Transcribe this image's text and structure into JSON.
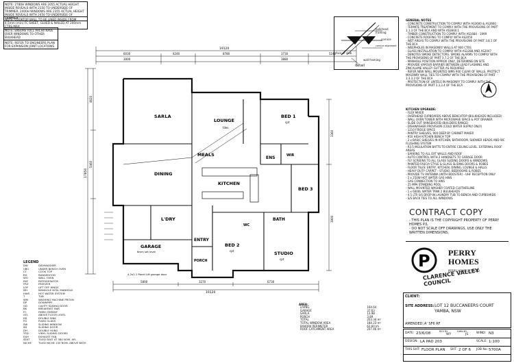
{
  "top_notes": [
    "NOTE: 2780H WINDOWS ARE 2055 ACTUAL HEIGHT INSIDE REVEALS WITH 2150 TO UNDERSIDE OF TRIMMER. 2400H WINDOWS ARE 2355 ACTUAL HEIGHT INSIDE REVEALS WITH 2450 TO UNDERSIDE OF TRIMMER",
    "NOTE: COOKTOP WALL TO BE LINED INSIDE FROM 4.5mm (min) FC SHEET, GLUED & NAILED AT 200mm CTRS MAX",
    "NOTE: ENSURE FULL ARCHITRAVE OVER WINDOWS TO OTHER BULKHEAD",
    "NOTE: REFER TO ENGINEERS PLAN FOR EXPANSION JOINT LOCATIONS"
  ],
  "detail": {
    "labels": [
      "bulkhead framing",
      "cornice",
      "cornice alignment",
      "face of slab",
      "wall framing"
    ],
    "caption": "detail"
  },
  "general_notes_title": "GENERAL NOTES",
  "general_notes": [
    "- CONCRETE CONSTRUCTION TO COMPLY WITH AS3600 & AS3660",
    "- TERMITE TREATMENT TO COMPLY WITH THE PROVISIONS OF PART 3.1.3 OF THE BCA AND WITH AS3660.1",
    "- TIMBER CONSTRUCTION TO COMPLY WITH AS1684 - 1999",
    "- CONCRETE ROOFING TO COMPLY WITH AS2050",
    "- WET AREAS TO COMPLY WITH THE PROVISIONS OF PART 3.8.1 OF THE BCA",
    "- WEEPHOLES IN MASONRY WALLS AT 900 CTRS",
    "- GLASS INSTALLATION TO COMPLY WITH AS1288 AND AS2047",
    "- DENOTES SMOKE DETECTORS. SMOKE ALARMS TO COMPLY WITH THE PROVISIONS OF PART 3.7.2 OF THE BCA",
    "- MANHOLE POSITION APPROX ONLY, DETERMINE ON SITE",
    "- PROVIDE VAPOUR BARRIER BETWEEN LEAD FLASHING AND ZINCALUME VALLEY GUTTER AS REQUIRED",
    "- REFER NEW WALL MOUNTED WMS 900 CLEAR OF WALLS, PROTECT MASONRY WALL TIES TO COMPLY WITH THE PROVISIONS OF PART 3.3.3.2 OF THE BCA",
    "- PROTECTION OF LINTELS IN MASONRY TO COMPLY WITH THE PROVISIONS OF PART 3.3.3.4 OF THE BCA"
  ],
  "kitchen_title": "KITCHEN UPGRADE:",
  "kitchen_items": [
    "- FLEX MIXER",
    "- OVERHEAD CUPBOARDS ABOVE BENCHTOP (BULKHEADS INCLUDED)",
    "- WALL OVEN TOWER WITH MICROWAVE SPACE & POT DRAWER",
    "- SLIDE OUT RANGEHOOD (BUILDERS RANGE)",
    "- DISHWASHER PROVISION (COLD WATER SUPPLY ONLY)",
    "- 1210 FRIDGE SPACE",
    "- PANTRY SHELVES, 900 DEEP BY CABINET MAKER",
    "- 910 HIGH KITCHEN BENCH TOP",
    "- 2 x BASIC SHELVES IN KITCHEN, BATHROOM, SHOWER HEADS AND WC FLUSHING SYSTEM",
    "- R3.5 INSULATION BATTS TO ENTIRE CEILING LEVEL. EXTERNAL ROOF AREAS",
    "- SARKING TO ALL EXT WALLS AND ROOF",
    "- AUTO CONTROL WITH 2 HANDSETS TO GARAGE DOOR",
    "- FLY SCREENS TO ALL GLASS SLIDING DOORS & WINDOWS",
    "- PAINTED FASCIA STYLE & GLASS SLIDING DOORS & ROBES",
    "- FLOOR TILES: ENTRY, KITCHEN, DINING, LOUNGE & HALLS",
    "- HEAVY DUTY CARPET - STUDIO, BEDROOMS & ROBES",
    "- PROVIDE TV ANTENNA (WITH BOOSTER) - UHF RECEPTION ONLY",
    "- 2 x 250W HOT WATER GAS HWS",
    "- GAS CONNECTION TO HWS",
    "- 25 MPA STANDING POOL",
    "- WALL MOUNTED WASHER COATED CLOTHESLINE",
    "- 1 x 6000L WATER TANK 2 BULKHEADS",
    "- 4.5 LTR S/S DROP IN LAUNDRY TUB TO BENCH AND CUPBOARDS",
    "- S/S BACK TIES TO ALL WINDOWS"
  ],
  "contract": {
    "title": "CONTRACT COPY",
    "lines": [
      "- THIS PLAN IS THE COPYRIGHT PROPERTY OF PERRY HOMES P/L",
      "- DO NOT SCALE OFF DRAWINGS, USE ONLY THE WRITTEN DIMENSIONS."
    ]
  },
  "company": {
    "name": "PERRY HOMES",
    "sub": "PERRY HOMES PTY LTD",
    "council_stamp": "CLARENCE VALLEY COUNCIL"
  },
  "client": {
    "label": "CLIENT:",
    "value": "",
    "site_label": "SITE ADDRESS:",
    "site_line1": "LOT 12  BUCCANEERS COURT",
    "site_line2": "YAMBA,  NSW",
    "amended_label": "AMENDED:",
    "amended_value": "A' SF6 RF"
  },
  "title_block": {
    "date_label": "DATE:",
    "date": "23/6/08",
    "rev_label": "REV BY",
    "rev": "WY",
    "dwn_label": "DWN BY",
    "dwn": "JS",
    "wind_label": "WIND:",
    "wind": "N3",
    "design_label": "DESIGN:",
    "design": "LA PAD 203",
    "scale_label": "SCALE:",
    "scale": "1:100",
    "sheet_label": "THIS SHT:",
    "sheet": "FLOOR PLAN",
    "sht_label": "SHT",
    "sht": "2 OF 6",
    "job_label": "JOB No:",
    "job": "5700A"
  },
  "legend_title": "LEGEND",
  "legend": [
    [
      "DW",
      "DISHWASHER"
    ],
    [
      "UBO",
      "UNDER BENCH OVEN"
    ],
    [
      "CT",
      "COOK TOP"
    ],
    [
      "RH",
      "RANGEHOOD"
    ],
    [
      "WO",
      "WALL OVEN"
    ],
    [
      "REF",
      "REFRIGERATOR"
    ],
    [
      "FRZ",
      "FREEZER"
    ],
    [
      "LOF",
      "LIFT OFF HINGE"
    ],
    [
      "MH",
      "MANHOLE NON. MANHOLE"
    ],
    [
      "HWS",
      "HOT WATER SYSTEM"
    ],
    [
      "T",
      "TUB"
    ],
    [
      "WM",
      "WASHING MACHINE PROVN"
    ],
    [
      "DP",
      "DOWNPIPE"
    ],
    [
      "GD",
      "CAVITY SLIDING DOOR"
    ],
    [
      "BK",
      "BREAKFAST BAR"
    ],
    [
      "FC",
      "FIBRE CEMENT"
    ],
    [
      "AFL",
      "ABOVE FLOOR LEVEL"
    ],
    [
      "DS",
      "DOUBLE SINK"
    ],
    [
      "FG",
      "FIXED GLASS"
    ],
    [
      "SW",
      "SLIDING WINDOW"
    ],
    [
      "SD",
      "SLIDING DOOR"
    ],
    [
      "DH",
      "DOUBLE HUNG"
    ],
    [
      "YSD",
      "VINYL SLIDING DOORS"
    ],
    [
      "EXH",
      "EXHAUST FAN"
    ],
    [
      "SEAT",
      "TILED SEAT AT 380 NOM. AFL"
    ],
    [
      "NICHE",
      "TILED NICHE 150 NOM. ABOVE BATH"
    ]
  ],
  "areas": {
    "title": "AREA:",
    "rows": [
      [
        "LIVING",
        "164.64"
      ],
      [
        "GARAGE",
        "37.63"
      ],
      [
        "SARLA",
        "13.98"
      ],
      [
        "PORCH",
        "3.89"
      ],
      [
        "TOTAL",
        "203.34 m²"
      ]
    ],
    "windows_label": "TOTAL WINDOW AREA",
    "windows": "184.23 m²",
    "perimeter_label": "B/WORK PERIMETER",
    "perimeter": "62.60 lm",
    "catchment_label": "ROOF CATCHMENT AREA",
    "catchment": "247.46 m²"
  },
  "rooms": {
    "sarla": "SARLA",
    "lounge": "LOUNGE",
    "bed1": "BED 1",
    "meals": "MEALS",
    "dining": "DINING",
    "kitchen": "KITCHEN",
    "ens": "ENS",
    "wir": "WIR",
    "bed3": "BED 3",
    "ldry": "L'DRY",
    "bath": "BATH",
    "wc": "WC",
    "garage": "GARAGE",
    "entry": "ENTRY",
    "porch": "PORCH",
    "bed2": "BED 2",
    "studio": "STUDIO",
    "garage_note": "6mm set level",
    "garage_door": "4.2x2.1 Panel Lift garage door",
    "sub_tiles": "tiles",
    "sub_cpt": "cpt"
  },
  "dims": {
    "top_total": "19120",
    "top_a": "6030",
    "top_b": "4240",
    "top_c": "8780",
    "top_d": "3730",
    "top_e": "5240",
    "top_f": "3000",
    "top_g": "3880",
    "left_total": "17850",
    "left_a": "4620",
    "left_b": "5460",
    "bottom_total": "19120",
    "bottom_a": "5800",
    "bottom_b": "3270",
    "bottom_c": "6730",
    "right_a": "3360",
    "right_b": "3900"
  }
}
